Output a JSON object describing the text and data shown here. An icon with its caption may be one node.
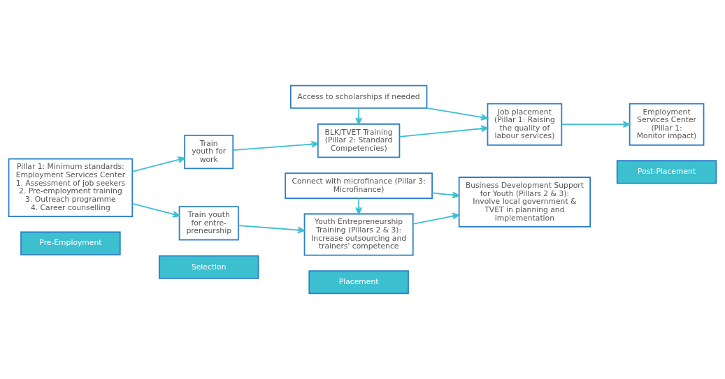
{
  "diagram": {
    "nodes": [
      {
        "text": [
          "Pre-Employment"
        ]
      },
      {
        "text": [
          "Selection"
        ]
      },
      {
        "text": [
          "Placement"
        ]
      },
      {
        "text": [
          "Post-Placement"
        ]
      },
      {
        "text": [
          "Pillar 1: Minimum standards: Employment Services Center",
          "1. Assessment of job seekers",
          "2. Pre-employment training",
          "3. Outreach programme",
          "4. Career counselling"
        ]
      },
      {
        "text": [
          "Train youth for work"
        ]
      },
      {
        "text": [
          "BLK/TVET Training (Pillar 2: Standard Competencies)"
        ]
      },
      {
        "text": [
          "Job placement (Pillar 1: Raising the quality of labour services)"
        ]
      },
      {
        "text": [
          "Employment Services Center (Pillar 1: Monitor impact)"
        ]
      },
      {
        "text": [
          "Access to scholarships if needed"
        ]
      },
      {
        "text": [
          "Train youth for entre- preneurship"
        ]
      },
      {
        "text": [
          "Youth Entrepreneurship Training (Pillars 2 & 3): Increase outsourcing and trainers' competence"
        ]
      },
      {
        "text": [
          "Business Development Support for Youth (Pillars 2 & 3): Involve local government & TVET in planning and implementation"
        ]
      },
      {
        "text": [
          "Connect with microfinance (Pillar 3: Microfinance)"
        ]
      }
    ],
    "edges": [
      {
        "from": 4,
        "to": 5,
        "arrow": "to"
      },
      {
        "from": 4,
        "to": 10,
        "arrow": "to"
      },
      {
        "from": 5,
        "to": 6,
        "arrow": "to"
      },
      {
        "from": 6,
        "to": 7,
        "arrow": "to"
      },
      {
        "from": 7,
        "to": 8,
        "arrow": "to"
      },
      {
        "from": 9,
        "to": 6,
        "arrow": "to"
      },
      {
        "from": 9,
        "to": 7,
        "arrow": "to"
      },
      {
        "from": 10,
        "to": 11,
        "arrow": "to"
      },
      {
        "from": 11,
        "to": 12,
        "arrow": "to"
      },
      {
        "from": 13,
        "to": 11,
        "arrow": "to"
      },
      {
        "from": 13,
        "to": 12,
        "arrow": "to"
      }
    ]
  }
}
